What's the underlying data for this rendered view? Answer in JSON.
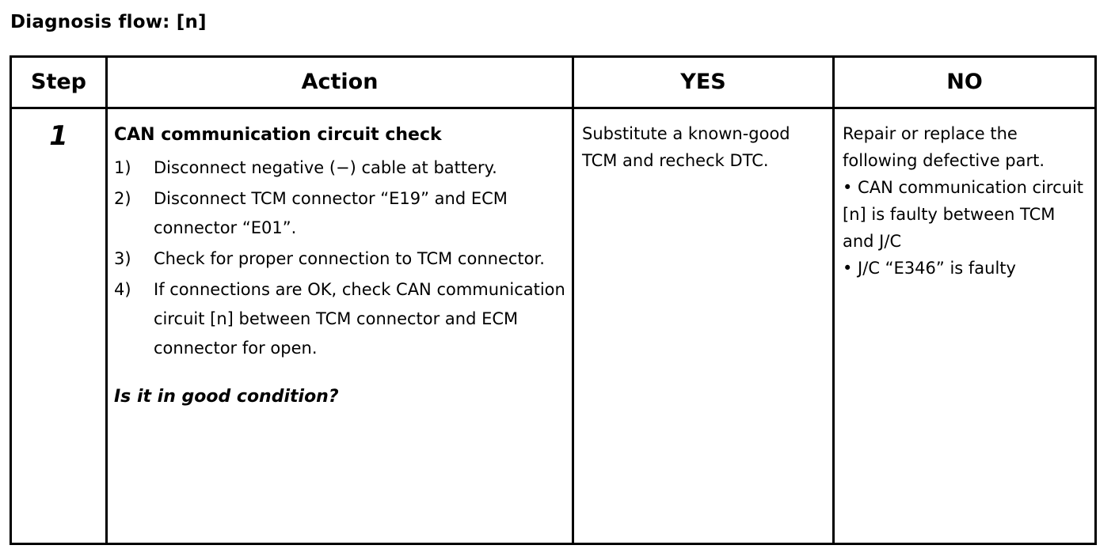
{
  "document": {
    "title": "Diagnosis flow: [n]"
  },
  "table": {
    "headers": {
      "step": "Step",
      "action": "Action",
      "yes": "YES",
      "no": "NO"
    },
    "rows": [
      {
        "step": "1",
        "action": {
          "heading": "CAN communication circuit check",
          "steps": [
            {
              "marker": "1)",
              "text": "Disconnect negative (−) cable at battery."
            },
            {
              "marker": "2)",
              "text": "Disconnect TCM connector “E19” and ECM connector “E01”."
            },
            {
              "marker": "3)",
              "text": "Check for proper connection to TCM connector."
            },
            {
              "marker": "4)",
              "text": "If connections are OK, check CAN communication circuit [n] between TCM connector and ECM connector for open."
            }
          ],
          "question": "Is it in good condition?"
        },
        "yes": {
          "text": "Substitute a known-good TCM and recheck DTC."
        },
        "no": {
          "intro": "Repair or replace the following defective part.",
          "bullets": [
            "• CAN communication circuit [n] is faulty between TCM and J/C",
            "• J/C “E346” is faulty"
          ]
        }
      }
    ]
  },
  "colors": {
    "background": "#ffffff",
    "text": "#000000",
    "border": "#000000"
  }
}
